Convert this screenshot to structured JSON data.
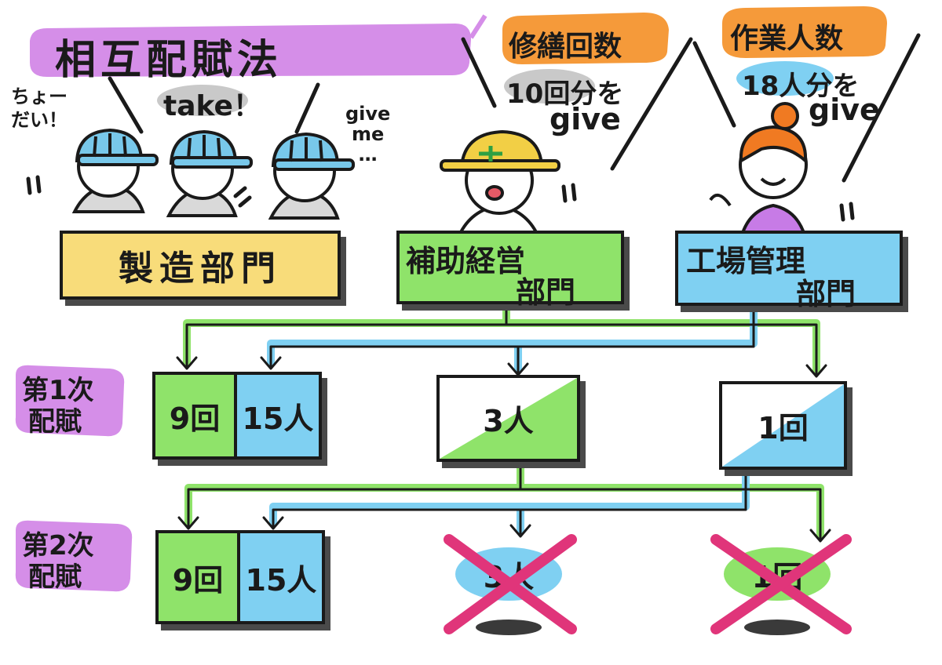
{
  "title": "相互配賦法",
  "speech": {
    "left_shout": "ちょー\nだい！",
    "take": "take！",
    "give_me": "give\nme\n…"
  },
  "notes": {
    "repair_label": "修繕回数",
    "repair_value": "10回分を",
    "repair_give": "give",
    "workers_label": "作業人数",
    "workers_value": "18人分を",
    "workers_give": "give"
  },
  "departments": {
    "manufacturing": "製造部門",
    "auxiliary_line1": "補助経営",
    "auxiliary_line2": "部門",
    "factory_line1": "工場管理",
    "factory_line2": "部門"
  },
  "stages": {
    "first_line1": "第1次",
    "first_line2": "配賦",
    "second_line1": "第2次",
    "second_line2": "配賦"
  },
  "first_allocation": {
    "manufacturing_repair": "9回",
    "manufacturing_workers": "15人",
    "auxiliary_workers": "3人",
    "factory_repair": "1回"
  },
  "second_allocation": {
    "manufacturing_repair": "9回",
    "manufacturing_workers": "15人",
    "auxiliary_workers": "3人",
    "factory_repair": "1回"
  },
  "colors": {
    "green": "#8fe36a",
    "blue": "#7fd0f2",
    "yellow": "#f8dc7a",
    "purple": "#d58ee8",
    "orange": "#f59a3a",
    "helmet_blue": "#78c8ea",
    "helmet_yellow": "#f2cf45",
    "hair_orange": "#f07a22",
    "cross_pink": "#e0357a"
  }
}
